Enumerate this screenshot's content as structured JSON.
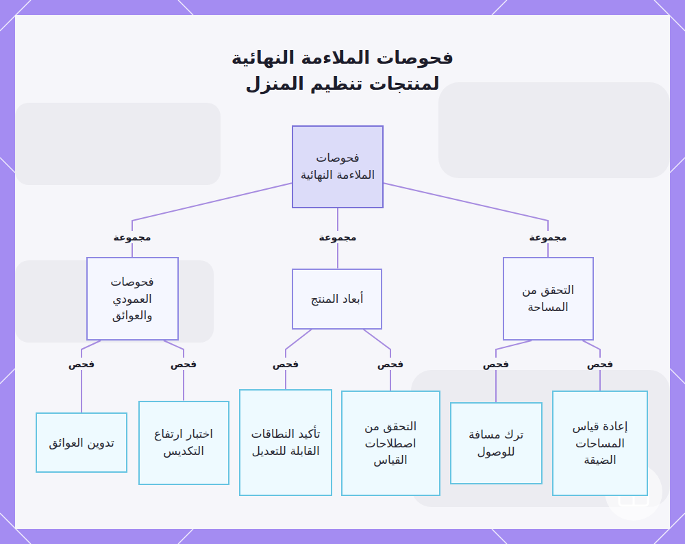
{
  "diagram": {
    "title": "فحوصات الملاءمة النهائية لمنتجات تنظيم المنزل",
    "nodes": [
      {
        "text": [
          "فحوصات الملاءمة النهائية"
        ]
      },
      {
        "text": [
          "التحقق من المساحة"
        ]
      },
      {
        "text": [
          "أبعاد المنتج"
        ]
      },
      {
        "text": [
          "فحوصات العمودي والعوائق"
        ]
      },
      {
        "text": [
          "إعادة قياس المساحات الضيقة"
        ]
      },
      {
        "text": [
          "ترك مسافة للوصول"
        ]
      },
      {
        "text": [
          "التحقق من اصطلاحات القياس"
        ]
      },
      {
        "text": [
          "تأكيد النطاقات القابلة للتعديل"
        ]
      },
      {
        "text": [
          "اختبار ارتفاع التكديس"
        ]
      },
      {
        "text": [
          "تدوين العوائق"
        ]
      }
    ],
    "edges": [
      {
        "from": 0,
        "to": 1,
        "arrow": "none",
        "label": "مجموعة"
      },
      {
        "from": 0,
        "to": 2,
        "arrow": "none",
        "label": "مجموعة"
      },
      {
        "from": 0,
        "to": 3,
        "arrow": "none",
        "label": "مجموعة"
      },
      {
        "from": 1,
        "to": 4,
        "arrow": "none",
        "label": "فحص"
      },
      {
        "from": 1,
        "to": 5,
        "arrow": "none",
        "label": "فحص"
      },
      {
        "from": 2,
        "to": 6,
        "arrow": "none",
        "label": "فحص"
      },
      {
        "from": 2,
        "to": 7,
        "arrow": "none",
        "label": "فحص"
      },
      {
        "from": 3,
        "to": 8,
        "arrow": "none",
        "label": "فحص"
      },
      {
        "from": 3,
        "to": 9,
        "arrow": "none",
        "label": "فحص"
      }
    ]
  }
}
